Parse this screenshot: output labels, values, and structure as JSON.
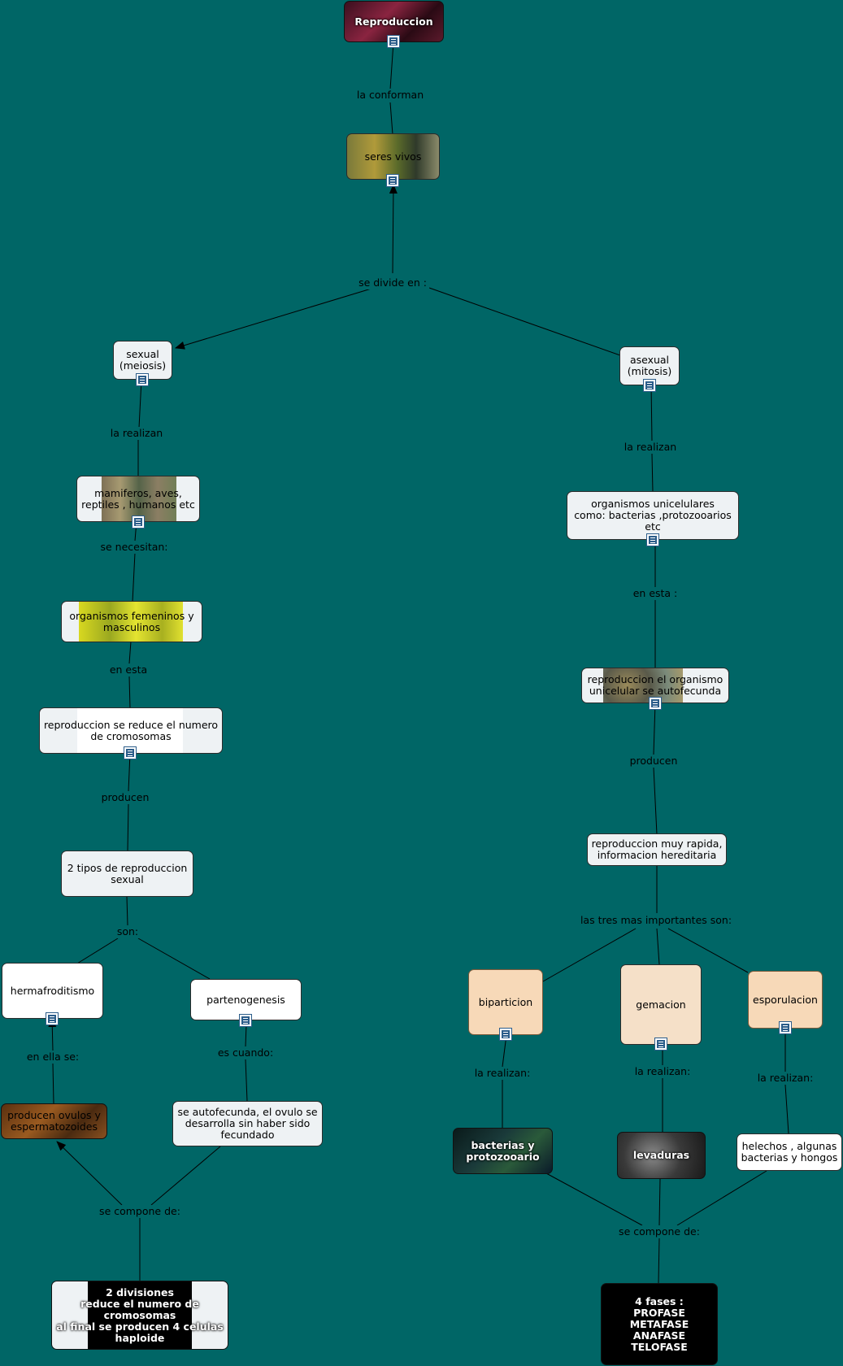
{
  "colors": {
    "background": "#006666",
    "node_fill": "#eef2f4",
    "line": "#000000"
  },
  "nodes": {
    "reproduccion": "Reproduccion",
    "seres_vivos": "seres vivos",
    "sexual": "sexual\n(meiosis)",
    "asexual": "asexual\n(mitosis)",
    "mamiferos": "mamiferos, aves,\nreptiles , humanos etc",
    "unicelulares": "organismos unicelulares\ncomo: bacterias ,protozooarios\netc",
    "fem_masc": "organismos femeninos y\nmasculinos",
    "autofecunda": "reproduccion el organismo\nunicelular se autofecunda",
    "reduce": "reproduccion se reduce el numero\nde cromosomas",
    "rapida": "reproduccion muy rapida,\ninformacion hereditaria",
    "dos_tipos": "2 tipos de reproduccion\nsexual",
    "hermafroditismo": "hermafroditismo",
    "partenogenesis": "partenogenesis",
    "biparticion": "biparticion",
    "gemacion": "gemacion",
    "esporulacion": "esporulacion",
    "ovulos": "producen ovulos y\nespermatozoides",
    "ovulo_fecundado": "se autofecunda, el ovulo se\ndesarrolla sin haber sido\nfecundado",
    "bacterias": "bacterias y\nprotozooario",
    "levaduras": "levaduras",
    "helechos": "helechos , algunas\nbacterias y hongos",
    "divisiones": "2 divisiones\nreduce el numero de\ncromosomas\nal final se producen 4 celulas\nhaploide",
    "fases": "4 fases :\nPROFASE\nMETAFASE\nANAFASE\nTELOFASE"
  },
  "links": {
    "la_conforman": "la conforman",
    "se_divide_en": "se divide en :",
    "la_realizan_1": "la realizan",
    "la_realizan_2": "la realizan",
    "se_necesitan": "se necesitan:",
    "en_esta_1": "en esta :",
    "en_esta_2": "en esta",
    "producen_1": "producen",
    "producen_2": "producen",
    "son": "son:",
    "tres": "las tres mas importantes son:",
    "en_ella_se": "en ella se:",
    "es_cuando": "es cuando:",
    "la_realizan_3": "la realizan:",
    "la_realizan_4": "la realizan:",
    "la_realizan_5": "la realizan:",
    "se_compone_1": "se compone de:",
    "se_compone_2": "se compone de:"
  },
  "icons": {
    "resource": "document-icon"
  }
}
